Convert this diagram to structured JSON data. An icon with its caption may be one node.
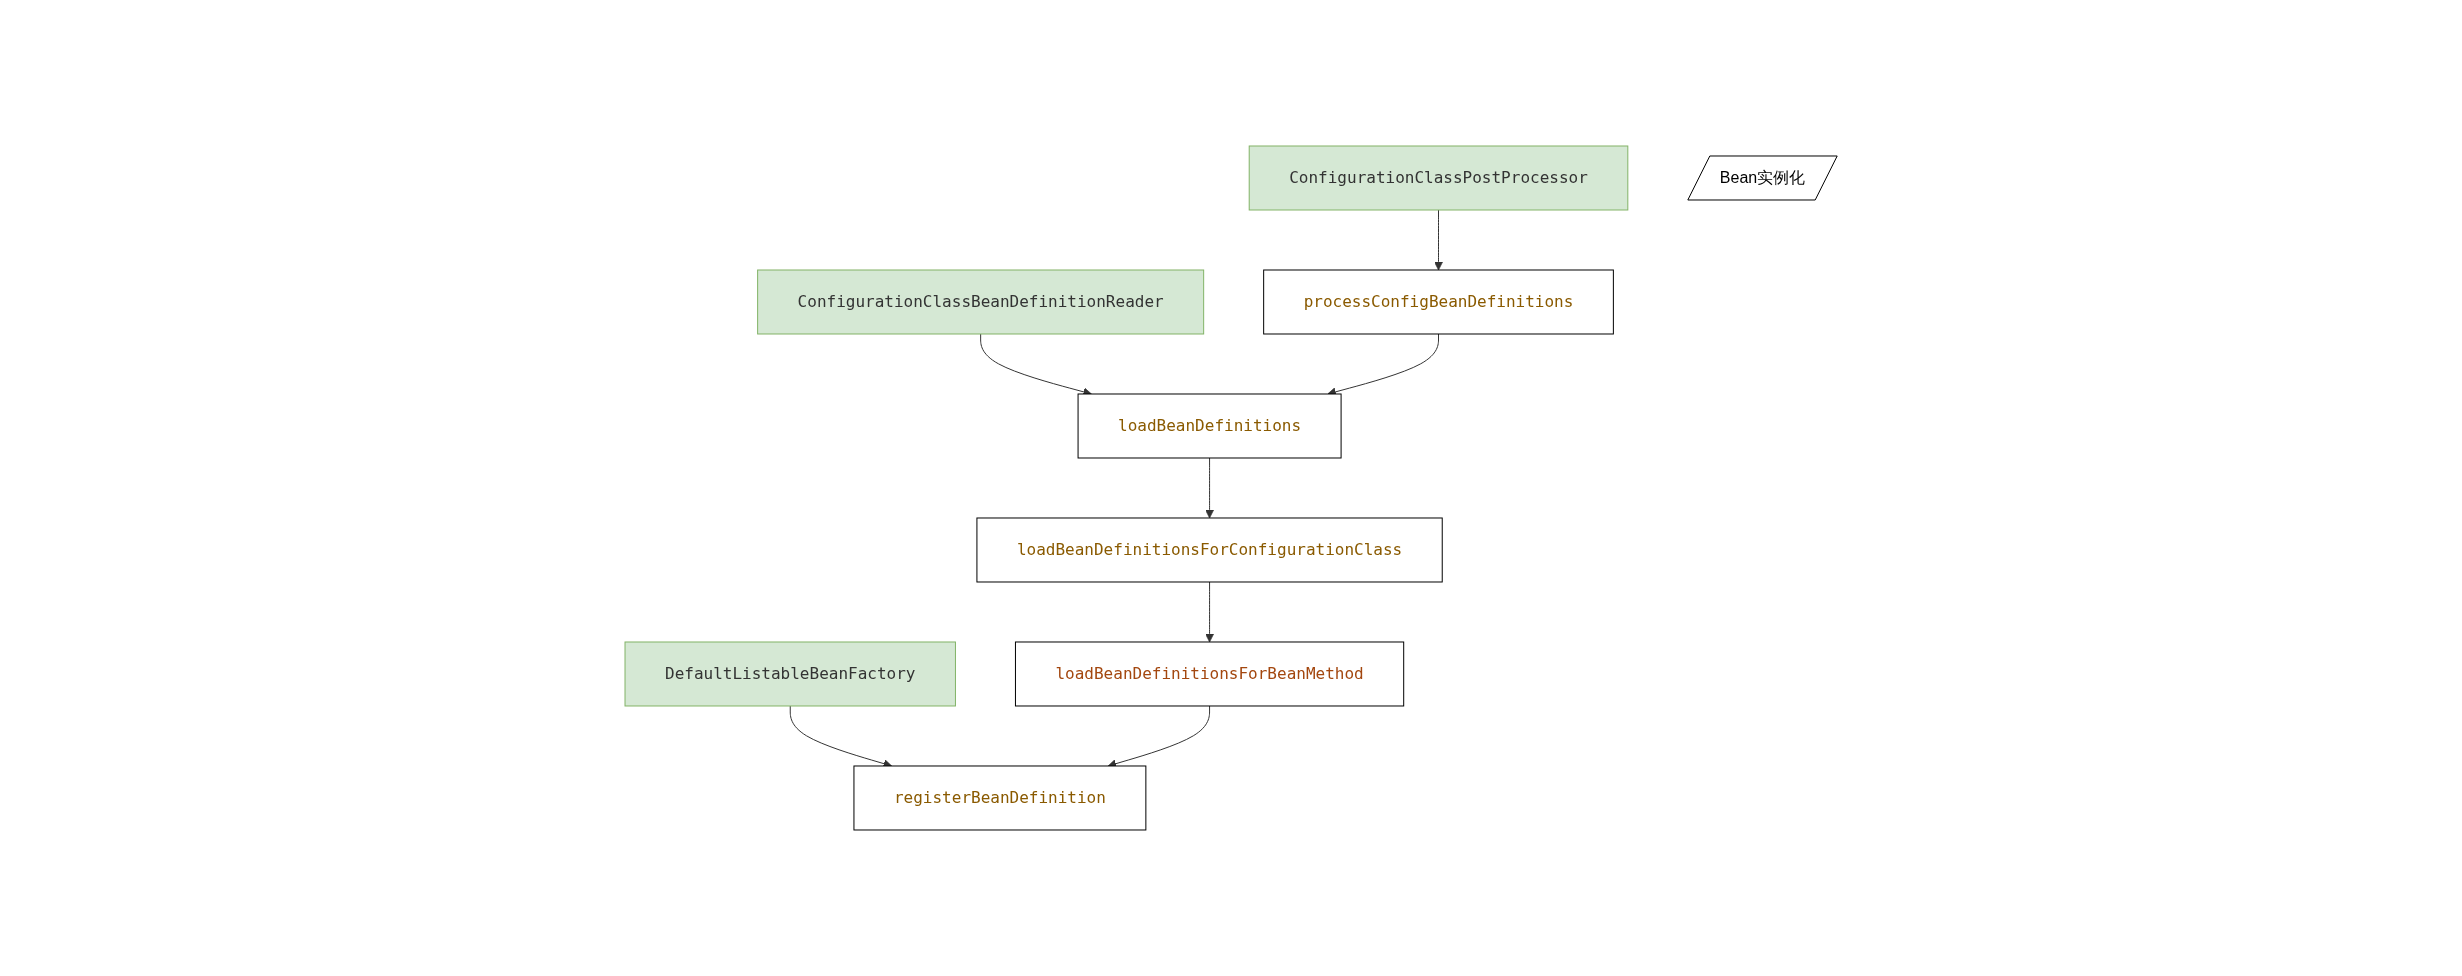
{
  "diagram": {
    "nodes": [
      {
        "text": [
          "ConfigurationClassPostProcessor"
        ]
      },
      {
        "text": [
          "ConfigurationClassBeanDefinitionReader"
        ]
      },
      {
        "text": [
          "DefaultListableBeanFactory"
        ]
      },
      {
        "text": [
          "Bean实例化"
        ]
      },
      {
        "text": [
          "processConfigBeanDefinitions"
        ]
      },
      {
        "text": [
          "loadBeanDefinitions"
        ]
      },
      {
        "text": [
          "registerBeanDefinition"
        ]
      },
      {
        "text": [
          "loadBeanDefinitionsForConfigurationClass"
        ]
      },
      {
        "text": [
          "loadBeanDefinitionsForBeanMethod"
        ]
      }
    ],
    "edges": [
      {
        "from": 0,
        "to": 4,
        "arrow": "to"
      },
      {
        "from": 1,
        "to": 5,
        "arrow": "to"
      },
      {
        "from": 2,
        "to": 6,
        "arrow": "to"
      },
      {
        "from": 4,
        "to": 5,
        "arrow": "to"
      },
      {
        "from": 5,
        "to": 7,
        "arrow": "to"
      },
      {
        "from": 7,
        "to": 8,
        "arrow": "to"
      },
      {
        "from": 8,
        "to": 6,
        "arrow": "to"
      }
    ]
  }
}
